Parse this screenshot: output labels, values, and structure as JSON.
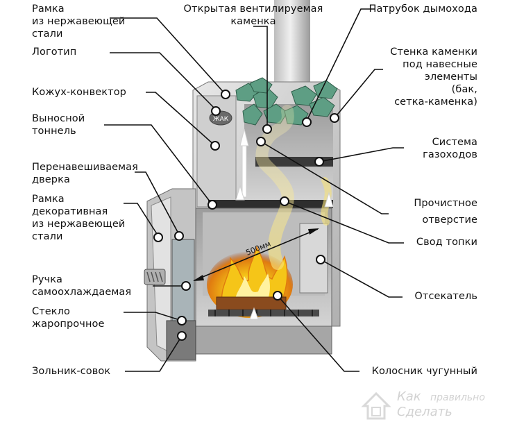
{
  "labels": {
    "frame_steel": [
      "Рамка",
      "из нержавеющей",
      "стали"
    ],
    "logo": [
      "Логотип"
    ],
    "casing": [
      "Кожух-конвектор"
    ],
    "tunnel": [
      "Выносной",
      "тоннель"
    ],
    "door": [
      "Перенавешиваемая",
      "дверка"
    ],
    "frame_decor": [
      "Рамка",
      "декоративная",
      "из нержавеющей",
      "стали"
    ],
    "handle": [
      "Ручка",
      "самоохлаждаемая"
    ],
    "glass": [
      "Стекло",
      "жаропрочное"
    ],
    "ash": [
      "Зольник-совок"
    ],
    "open_heater": [
      "Открытая вентилируемая",
      "каменка"
    ],
    "chimney_pipe": [
      "Патрубок дымохода"
    ],
    "heater_wall": [
      "Стенка каменки",
      "под навесные",
      "элементы",
      "(бак,",
      "сетка-каменка)"
    ],
    "gas_system": [
      "Система",
      "газоходов"
    ],
    "clean_hole": [
      "Прочистное",
      "отверстие"
    ],
    "firebox_vault": [
      "Свод топки"
    ],
    "cutter": [
      "Отсекатель"
    ],
    "grate": [
      "Колосник чугунный"
    ]
  },
  "dimension": "500мм",
  "stove_logo": "ЖАК",
  "watermark": {
    "line1": "Как",
    "line2": "правильно",
    "line3": "Сделать"
  },
  "colors": {
    "steel_light": "#d8d8d8",
    "steel_dark": "#8a8a8a",
    "stone": "#5e9e84",
    "flame": "#f5c518",
    "text": "#111111"
  }
}
